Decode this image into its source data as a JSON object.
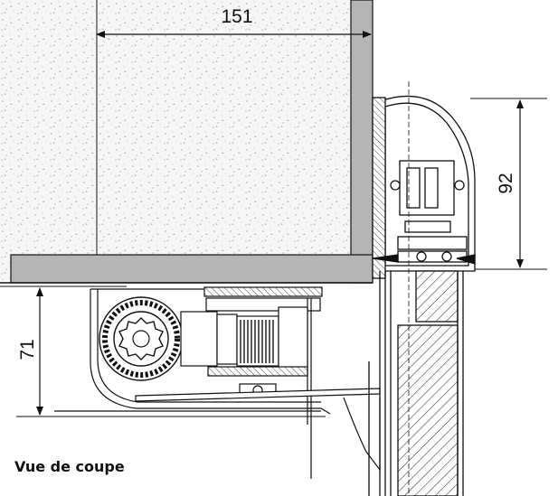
{
  "caption": "Vue de coupe",
  "dimensions": {
    "width_top": "151",
    "height_right": "92",
    "height_left": "71"
  },
  "colors": {
    "concrete_fill": "#f2f2f2",
    "wall_band": "#b5b5b5",
    "line": "#111111",
    "hatch": "#555555"
  }
}
